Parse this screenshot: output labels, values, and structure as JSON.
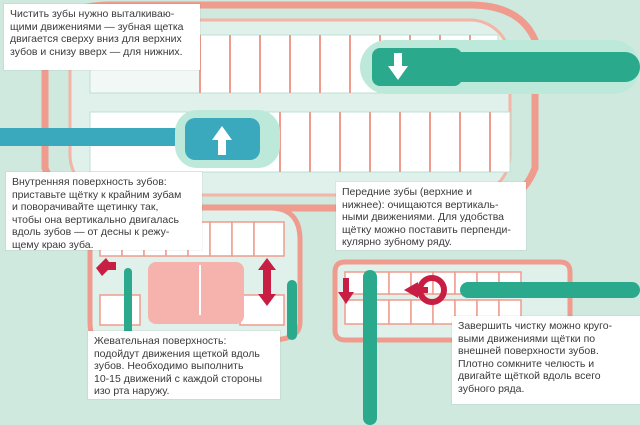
{
  "colors": {
    "background": "#cfe9df",
    "gum_outline": "#ef9c8e",
    "tooth_fill": "#ffffff",
    "tooth_shade": "#e6f3ee",
    "brush_dark": "#2aa98d",
    "brush_light": "#bde9db",
    "brush_blue": "#3aa9bd",
    "arrow_red": "#c81e43",
    "tongue": "#f6b2ad",
    "note_bg": "#ffffff",
    "note_text": "#3a3a3a"
  },
  "icons": [
    "toothbrush-icon",
    "arrow-down-icon",
    "arrow-up-icon",
    "arrow-double-vertical-icon",
    "arrow-circular-icon",
    "arrow-left-icon"
  ],
  "notes": {
    "upper_lower": "Чистить зубы нужно выталкиваю-\nщими движениями — зубная щетка\nдвигается сверху вниз для верхних\nзубов и снизу вверх — для нижних.",
    "inner_surface": "Внутренняя поверхность зубов:\nприставьте щётку к крайним зубам\nи поворачивайте щетинку так,\nчтобы она вертикально двигалась\nвдоль зубов — от десны к режу-\nщему краю зуба.",
    "front_teeth": "Передние зубы (верхние и\nнижнее): очищаются вертикаль-\nными движениями. Для удобства\nщётку можно поставить перпенди-\nкулярно зубному ряду.",
    "chewing_surface": "Жевательная поверхность:\nподойдут движения щеткой вдоль\nзубов. Необходимо выполнить\n10-15 движений с каждой стороны\nизо рта наружу.",
    "finish": "Завершить чистку можно круго-\nвыми движениями щётки по\nвнешней поверхности зубов.\nПлотно сомкните челюсть и\nдвигайте щёткой вдоль всего\nзубного ряда."
  }
}
